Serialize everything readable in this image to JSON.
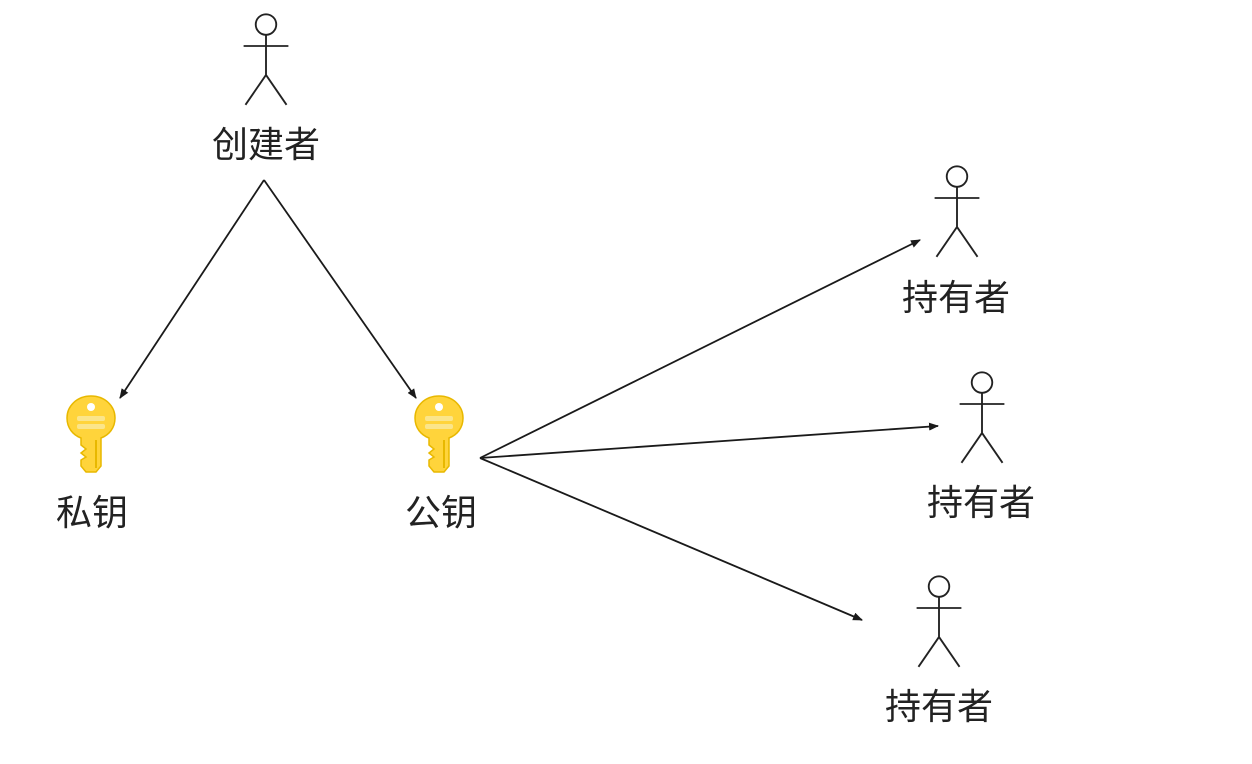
{
  "nodes": {
    "creator": {
      "label": "创建者"
    },
    "private_key": {
      "label": "私钥"
    },
    "public_key": {
      "label": "公钥"
    },
    "holder_1": {
      "label": "持有者"
    },
    "holder_2": {
      "label": "持有者"
    },
    "holder_3": {
      "label": "持有者"
    }
  },
  "colors": {
    "key_fill": "#FFD43B",
    "key_stroke": "#E8B800",
    "line": "#1a1a1a",
    "text": "#222222"
  },
  "edges": [
    {
      "from": "creator",
      "to": "private_key"
    },
    {
      "from": "creator",
      "to": "public_key"
    },
    {
      "from": "public_key",
      "to": "holder_1"
    },
    {
      "from": "public_key",
      "to": "holder_2"
    },
    {
      "from": "public_key",
      "to": "holder_3"
    }
  ]
}
